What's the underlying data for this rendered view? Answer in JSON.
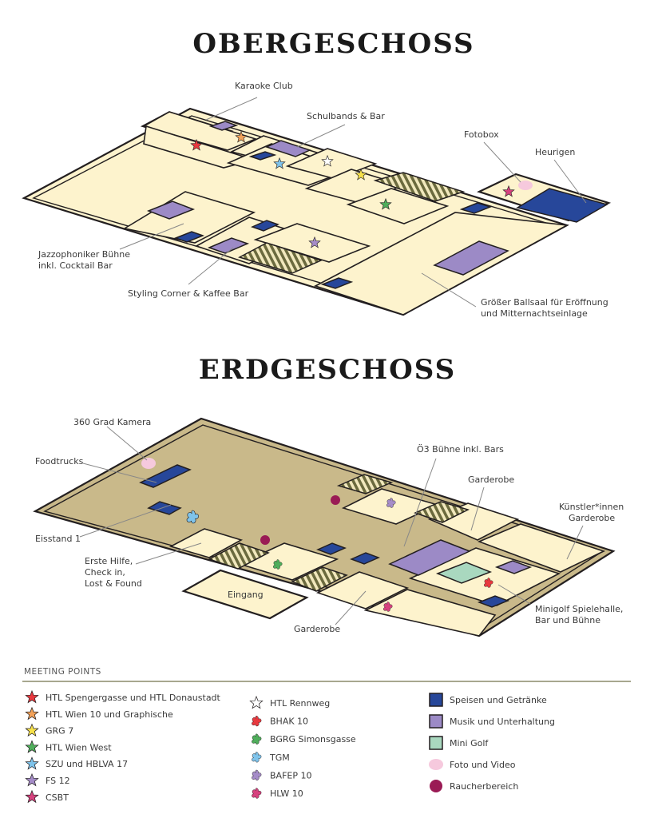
{
  "titles": {
    "upper": "OBERGESCHOSS",
    "ground": "ERDGESCHOSS"
  },
  "upper_labels": {
    "karaoke": "Karaoke Club",
    "schulbands": "Schulbands & Bar",
    "fotobox": "Fotobox",
    "heurigen": "Heurigen",
    "jazz_1": "Jazzophoniker Bühne",
    "jazz_2": "inkl. Cocktail Bar",
    "styling": "Styling Corner & Kaffee Bar",
    "ballsaal_1": "Größer Ballsaal für Eröffnung",
    "ballsaal_2": "und Mitternachtseinlage"
  },
  "ground_labels": {
    "kamera": "360 Grad Kamera",
    "foodtrucks": "Foodtrucks",
    "eisstand": "Eisstand 1",
    "hilfe_1": "Erste Hilfe,",
    "hilfe_2": "Check in,",
    "hilfe_3": "Lost & Found",
    "eingang": "Eingang",
    "garderobe_bottom": "Garderobe",
    "oe3": "Ö3 Bühne inkl. Bars",
    "garderobe_top": "Garderobe",
    "kuenstler_1": "Künstler*innen",
    "kuenstler_2": "Garderobe",
    "minigolf_1": "Minigolf Spielehalle,",
    "minigolf_2": "Bar und Bühne"
  },
  "legend": {
    "title": "MEETING POINTS",
    "col1": [
      {
        "label": "HTL Spengergasse und HTL Donaustadt",
        "icon": "star-icon",
        "color": "#e8393f"
      },
      {
        "label": "HTL Wien 10 und Graphische",
        "icon": "star-icon",
        "color": "#f2a25a"
      },
      {
        "label": "GRG 7",
        "icon": "star-icon",
        "color": "#f6e14b"
      },
      {
        "label": "HTL Wien West",
        "icon": "star-icon",
        "color": "#4fae5b"
      },
      {
        "label": "SZU und HBLVA 17",
        "icon": "star-icon",
        "color": "#7fc3ea"
      },
      {
        "label": "FS 12",
        "icon": "star-icon",
        "color": "#a58cc8"
      },
      {
        "label": "CSBT",
        "icon": "star-icon",
        "color": "#d6427e"
      }
    ],
    "col2": [
      {
        "label": "HTL Rennweg",
        "icon": "star-outline-icon",
        "color": "#ffffff"
      },
      {
        "label": "BHAK 10",
        "icon": "flower-icon",
        "color": "#e8393f"
      },
      {
        "label": "BGRG Simonsgasse",
        "icon": "flower-icon",
        "color": "#4fae5b"
      },
      {
        "label": "TGM",
        "icon": "flower-icon",
        "color": "#7fc3ea"
      },
      {
        "label": "BAFEP 10",
        "icon": "flower-icon",
        "color": "#a58cc8"
      },
      {
        "label": "HLW 10",
        "icon": "flower-icon",
        "color": "#d6427e"
      }
    ],
    "col3": [
      {
        "label": "Speisen und Getränke",
        "icon": "square-icon",
        "color": "#27479a"
      },
      {
        "label": "Musik und Unterhaltung",
        "icon": "square-icon",
        "color": "#9c8ac6"
      },
      {
        "label": "Mini Golf",
        "icon": "square-icon",
        "color": "#a9d8bf"
      },
      {
        "label": "Foto und Video",
        "icon": "ellipse-icon",
        "color": "#f6c9dd"
      },
      {
        "label": "Raucherbereich",
        "icon": "circle-icon",
        "color": "#9a1b55"
      }
    ]
  }
}
